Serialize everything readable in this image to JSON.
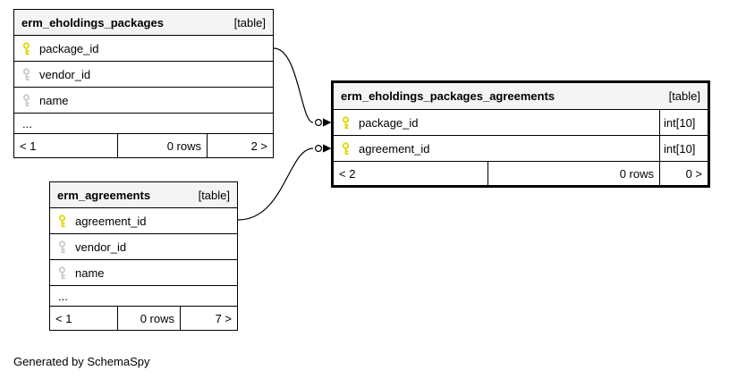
{
  "page": {
    "credit": "Generated by SchemaSpy"
  },
  "colors": {
    "primary_key": "#e0d700",
    "secondary_key": "#c9c9c9",
    "header_bg": "#f4f4f4"
  },
  "tables": [
    {
      "name": "erm_eholdings_packages",
      "kind": "[table]",
      "rows": [
        {
          "label": "package_id",
          "key": "primary"
        },
        {
          "label": "vendor_id",
          "key": "secondary"
        },
        {
          "label": "name",
          "key": "secondary"
        }
      ],
      "ellipsis": "...",
      "footer": {
        "parents": "< 1",
        "rows": "0 rows",
        "children": "2 >"
      }
    },
    {
      "name": "erm_eholdings_packages_agreements",
      "kind": "[table]",
      "rows": [
        {
          "label": "package_id",
          "key": "primary",
          "type": "int[10]"
        },
        {
          "label": "agreement_id",
          "key": "primary",
          "type": "int[10]"
        }
      ],
      "footer": {
        "parents": "< 2",
        "rows": "0 rows",
        "children": "0 >"
      }
    },
    {
      "name": "erm_agreements",
      "kind": "[table]",
      "rows": [
        {
          "label": "agreement_id",
          "key": "primary"
        },
        {
          "label": "vendor_id",
          "key": "secondary"
        },
        {
          "label": "name",
          "key": "secondary"
        }
      ],
      "ellipsis": "...",
      "footer": {
        "parents": "< 1",
        "rows": "0 rows",
        "children": "7 >"
      }
    }
  ],
  "relationships": [
    {
      "from_table": "erm_eholdings_packages",
      "from_column": "package_id",
      "to_table": "erm_eholdings_packages_agreements",
      "to_column": "package_id"
    },
    {
      "from_table": "erm_agreements",
      "from_column": "agreement_id",
      "to_table": "erm_eholdings_packages_agreements",
      "to_column": "agreement_id"
    }
  ]
}
